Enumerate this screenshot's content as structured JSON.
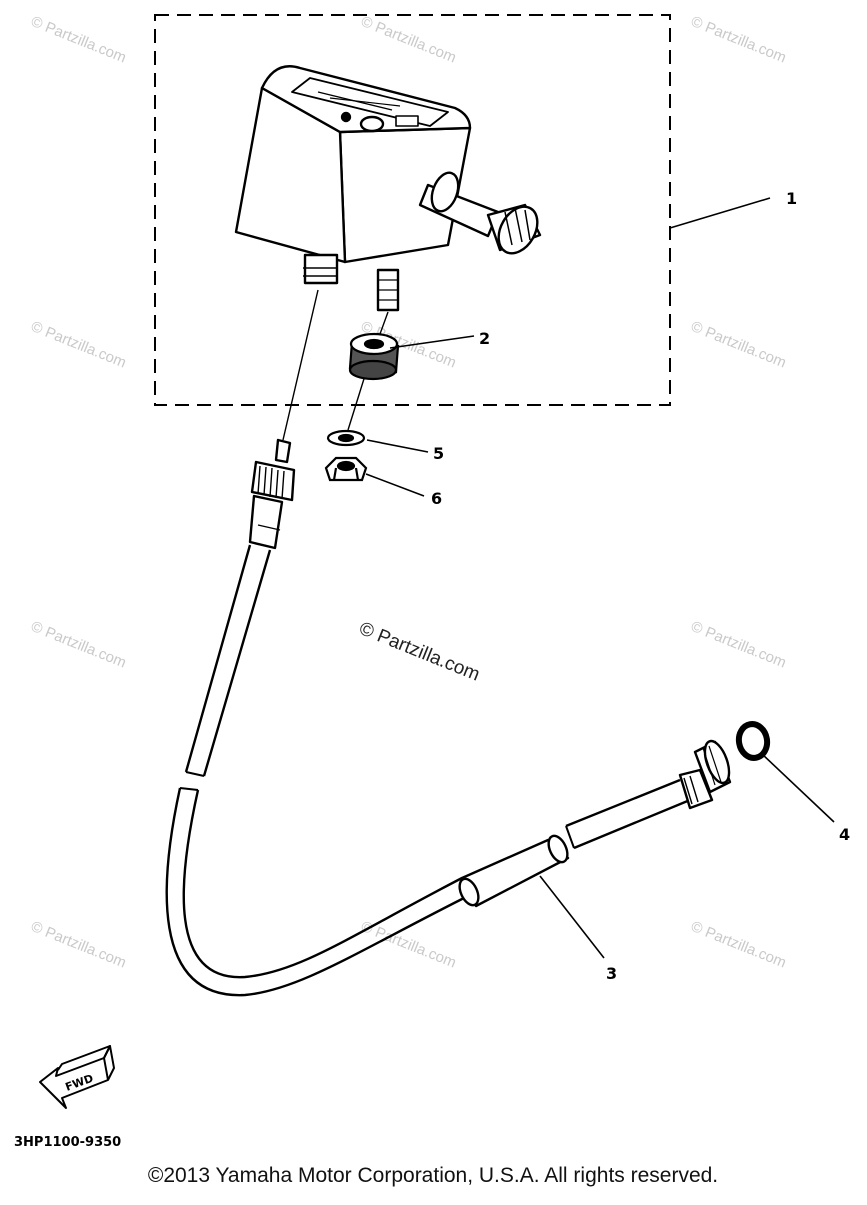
{
  "watermarks": {
    "center_text": "© Partzilla.com",
    "repeat_text": "© Partzilla.com"
  },
  "diagram": {
    "callouts": [
      {
        "id": "1",
        "label": "1"
      },
      {
        "id": "2",
        "label": "2"
      },
      {
        "id": "3",
        "label": "3"
      },
      {
        "id": "4",
        "label": "4"
      },
      {
        "id": "5",
        "label": "5"
      },
      {
        "id": "6",
        "label": "6"
      }
    ],
    "fwd_label": "FWD",
    "part_code": "3HP1100-9350"
  },
  "footer": {
    "copyright": "©2013 Yamaha Motor Corporation, U.S.A. All rights reserved."
  }
}
